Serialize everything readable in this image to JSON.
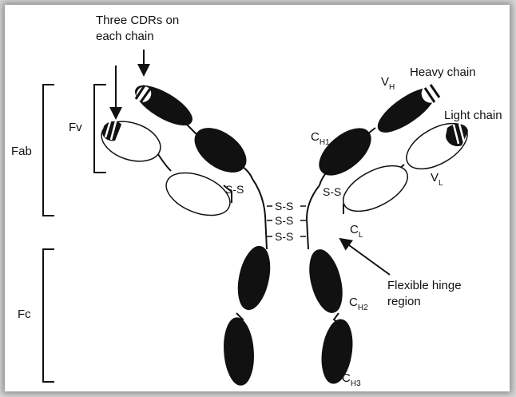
{
  "labels": {
    "cdr_line1": "Three CDRs on",
    "cdr_line2": "each chain",
    "heavy_chain": "Heavy chain",
    "light_chain": "Light chain",
    "fab": "Fab",
    "fv": "Fv",
    "fc": "Fc",
    "vh": "V",
    "vh_sub": "H",
    "vl": "V",
    "vl_sub": "L",
    "ch1": "C",
    "ch1_sub": "H1",
    "cl": "C",
    "cl_sub": "L",
    "ch2": "C",
    "ch2_sub": "H2",
    "ch3": "C",
    "ch3_sub": "H3",
    "ss_left": "S-S",
    "ss_right": "S-S",
    "ss_hinge_1": "S-S",
    "ss_hinge_2": "S-S",
    "ss_hinge_3": "S-S",
    "hinge_line1": "Flexible hinge",
    "hinge_line2": "region"
  },
  "colors": {
    "heavy_domain": "#111111",
    "light_domain": "#ffffff",
    "background": "#ffffff",
    "outer_background": "#d9d9d9"
  }
}
